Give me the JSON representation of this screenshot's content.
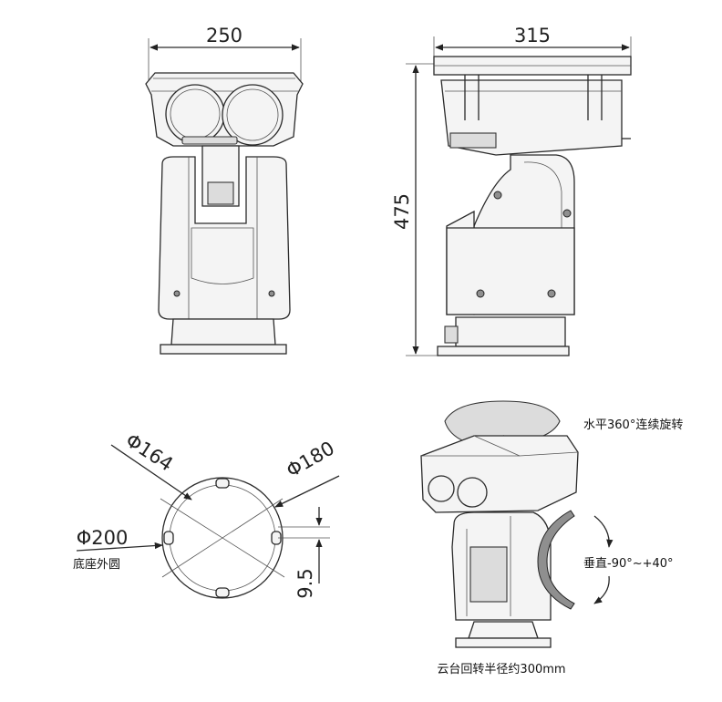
{
  "front_view": {
    "width_dim": "250"
  },
  "side_view": {
    "width_dim": "315",
    "height_dim": "475"
  },
  "base_view": {
    "dia_164": "Φ164",
    "dia_180": "Φ180",
    "dia_200": "Φ200",
    "outer_circle_label": "底座外圆",
    "slot_dim": "9.5"
  },
  "motion_view": {
    "horizontal_rotation": "水平360°连续旋转",
    "vertical_range": "垂直-90°~+40°",
    "swing_radius": "云台回转半径约300mm"
  }
}
